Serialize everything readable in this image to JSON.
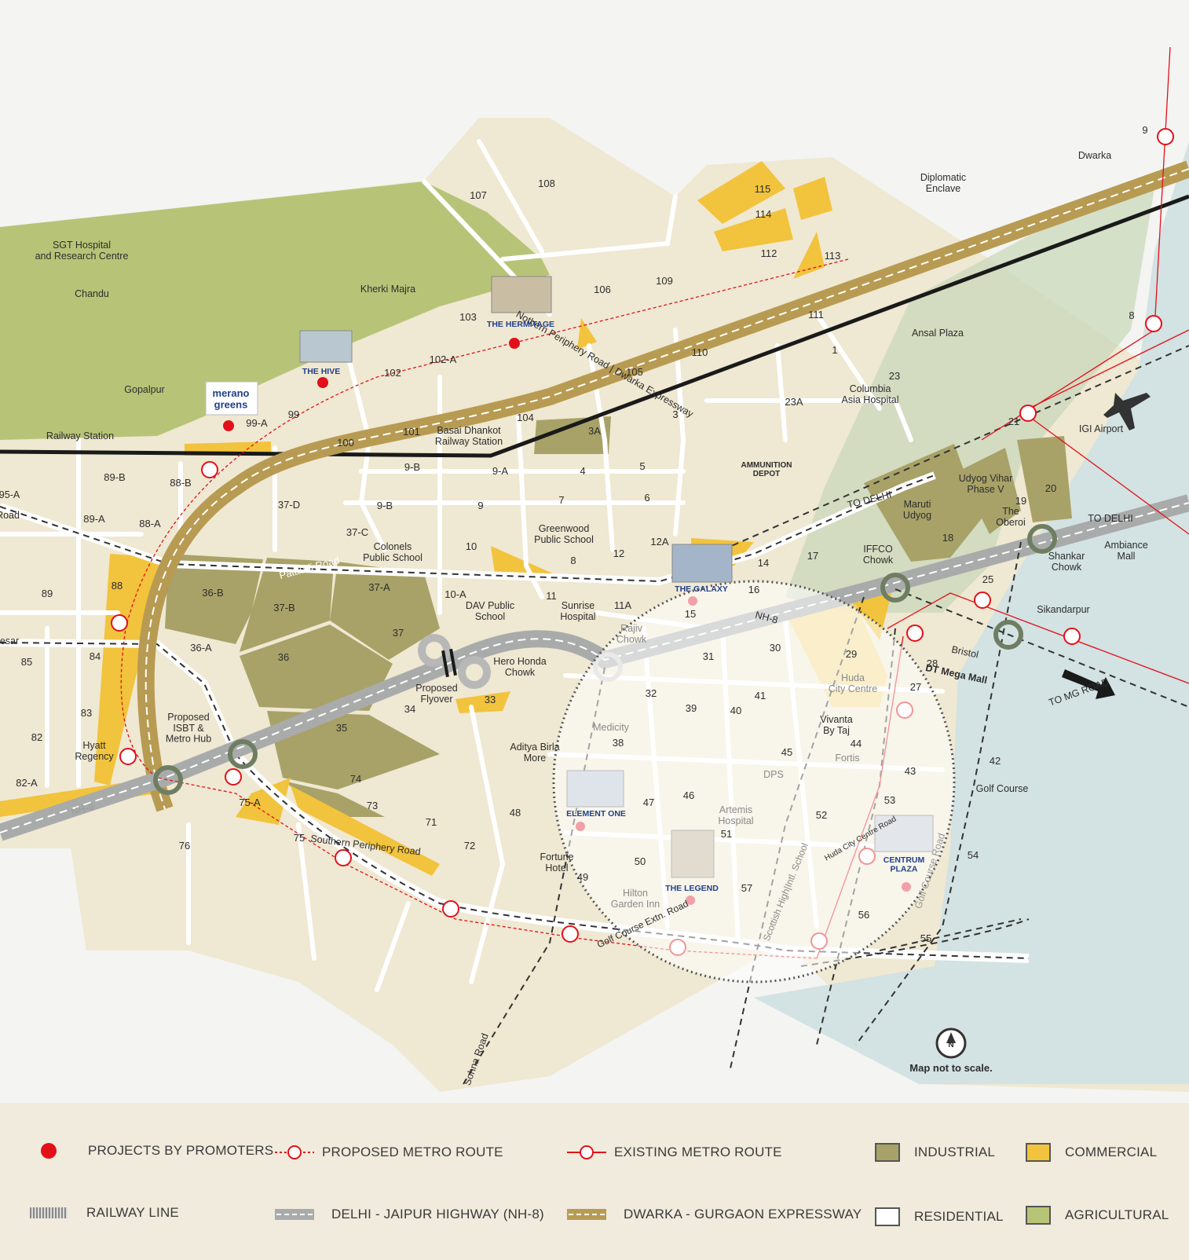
{
  "colors": {
    "industrial": "#a8a268",
    "commercial": "#f2c33c",
    "residential": "#f4f1e8",
    "agricultural": "#b7c478",
    "project_dot": "#e3101a",
    "metro": "#e3101a",
    "expressway": "#b89b52",
    "highway": "#a9abab",
    "airport_zone": "#cfdfe0"
  },
  "sectors": [
    "107",
    "108",
    "115",
    "114",
    "112",
    "113",
    "106",
    "109",
    "103",
    "102-A",
    "102",
    "111",
    "110",
    "105",
    "1",
    "23",
    "23A",
    "99-A",
    "99",
    "101",
    "104",
    "3",
    "3A",
    "100",
    "9-B",
    "9-A",
    "4",
    "5",
    "89-B",
    "88-B",
    "37-D",
    "9-B",
    "9",
    "7",
    "6",
    "89-A",
    "88-A",
    "37-C",
    "10",
    "8",
    "12",
    "12A",
    "14",
    "17",
    "20",
    "18",
    "36-B",
    "37-B",
    "37-A",
    "10-A",
    "11",
    "11A",
    "16",
    "15",
    "89",
    "88",
    "36-A",
    "37",
    "36",
    "30",
    "31",
    "32",
    "29",
    "84",
    "85",
    "39",
    "40",
    "41",
    "27",
    "83",
    "34",
    "33",
    "35",
    "38",
    "45",
    "44",
    "43",
    "82",
    "74",
    "73",
    "71",
    "48",
    "47",
    "46",
    "52",
    "53",
    "82-A",
    "75-A",
    "76",
    "75",
    "72",
    "49",
    "50",
    "51",
    "57",
    "56",
    "54",
    "55",
    "42",
    "28",
    "25",
    "19",
    "21",
    "9",
    "8"
  ],
  "places": [
    "Dwarka",
    "Diplomatic Enclave",
    "SGT Hospital and Research Centre",
    "Chandu",
    "Kherki Majra",
    "Gopalpur",
    "Railway Station",
    "Ansal Plaza",
    "Columbia Asia Hospital",
    "IGI Airport",
    "Basai Dhankot Railway Station",
    "AMMUNITION DEPOT",
    "Udyog Vihar Phase V",
    "Maruti Udyog",
    "The Oberoi",
    "Colonels Public School",
    "Greenwood Public School",
    "IFFCO Chowk",
    "Shankar Chowk",
    "Ambiance Mall",
    "Sikandarpur",
    "Bristol",
    "DT Mega Mall",
    "TO MG ROAD",
    "TO DELHI",
    "TO DELHI",
    "DAV Public School",
    "Sunrise Hospital",
    "Rajiv Chowk",
    "Hero Honda Chowk",
    "Huda City Centre",
    "Proposed ISBT & Metro Hub",
    "Hyatt Regency",
    "Medicity",
    "Vivanta By Taj",
    "Fortis",
    "DPS",
    "Aditya Birla More",
    "Artemis Hospital",
    "Golf Course",
    "Fortune Hotel",
    "Hilton Garden Inn",
    "Scottish High Intl. School",
    "Sohna Road",
    "Golf Course Road",
    "Huda City Centre Road",
    "Proposed Flyover",
    "Pataudi Road",
    "Nothern Periphery Road | Dwarka Expressway",
    "Southern Periphery Road",
    "Golf Course Extn. Road",
    "NH-8",
    "NH-8",
    "Road",
    "esar",
    "95-A"
  ],
  "projects": [
    "merano greens",
    "THE HIVE",
    "THE HERMITAGE",
    "THE GALAXY",
    "ELEMENT ONE",
    "THE LEGEND",
    "CENTRUM PLAZA"
  ],
  "north_label": "N",
  "scale_note": "Map not to scale.",
  "legend": [
    {
      "label": "PROJECTS BY PROMOTERS"
    },
    {
      "label": "PROPOSED METRO ROUTE"
    },
    {
      "label": "EXISTING METRO ROUTE"
    },
    {
      "label": "INDUSTRIAL"
    },
    {
      "label": "COMMERCIAL"
    },
    {
      "label": "RAILWAY LINE"
    },
    {
      "label": "DELHI - JAIPUR HIGHWAY (NH-8)"
    },
    {
      "label": "DWARKA - GURGAON EXPRESSWAY"
    },
    {
      "label": "RESIDENTIAL"
    },
    {
      "label": "AGRICULTURAL"
    }
  ]
}
